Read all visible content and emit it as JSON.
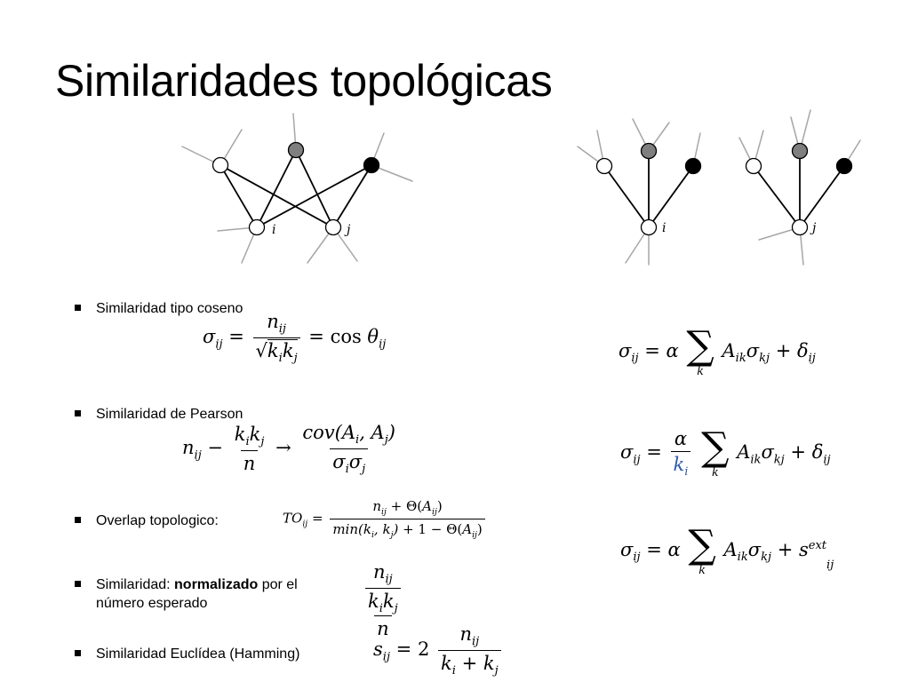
{
  "title": "Similaridades topológicas",
  "graphs": {
    "label_i": "i",
    "label_j": "j"
  },
  "bullets": [
    {
      "text": "Similaridad tipo coseno"
    },
    {
      "text": "Similaridad de Pearson"
    },
    {
      "text": "Overlap topologico:"
    },
    {
      "prefix": "Similaridad: ",
      "bold": "normalizado",
      "suffix": " por el",
      "line2": "número esperado"
    },
    {
      "text": "Similaridad Euclídea (Hamming)"
    }
  ],
  "colors": {
    "node_white": "#ffffff",
    "node_gray": "#7f7f7f",
    "node_black": "#000000",
    "stub_gray": "#a6a6a6",
    "accent_blue": "#2e5aa8"
  }
}
